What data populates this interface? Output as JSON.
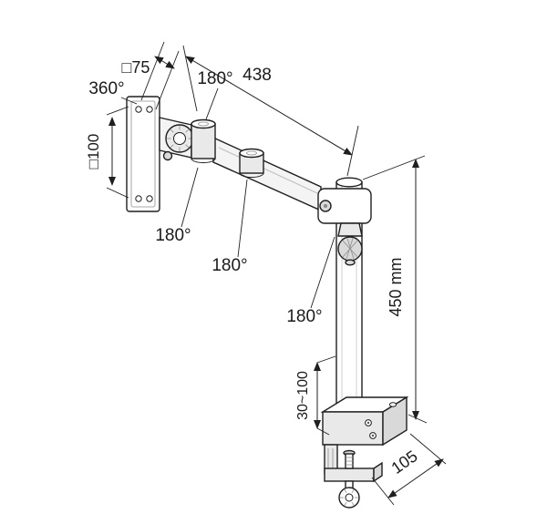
{
  "diagram": {
    "type": "technical-drawing",
    "subject": "desk-mounted-monitor-arm",
    "background": "#ffffff",
    "line_color": "#1f1f1f",
    "labels": {
      "rotation": "360°",
      "vesa75": "□75",
      "vesa100": "□100",
      "arm_reach": "438",
      "swivel_top": "180°",
      "swivel_vesa": "180°",
      "swivel_mid": "180°",
      "swivel_pole": "180°",
      "pole_height": "450 mm",
      "clamp_range": "30~100",
      "clamp_depth": "105"
    }
  }
}
